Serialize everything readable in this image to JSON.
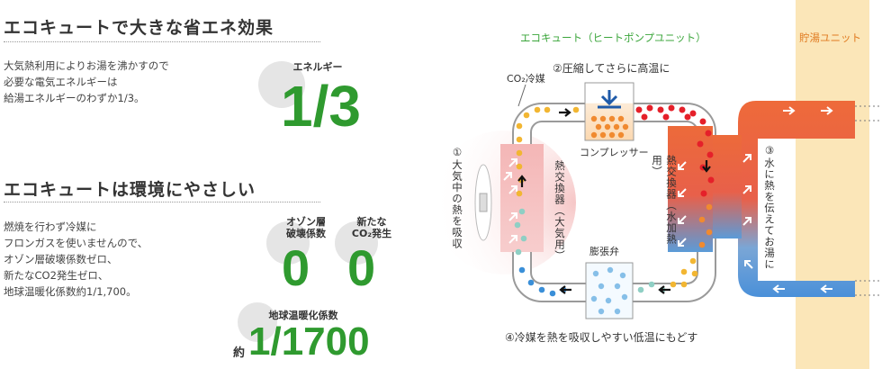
{
  "left": {
    "section1": {
      "title": "エコキュートで大きな省エネ効果",
      "body": "大気熱利用によりお湯を沸かすので\n必要な電気エネルギーは\n給湯エネルギーのわずか1/3。",
      "stat_label": "エネルギー",
      "stat_value": "1/3"
    },
    "section2": {
      "title": "エコキュートは環境にやさしい",
      "body": "燃焼を行わず冷媒に\nフロンガスを使いませんので、\nオゾン層破壊係数ゼロ、\n新たなCO2発生ゼロ、\n地球温暖化係数約1/1,700。",
      "ozone_label": "オゾン層\n破壊係数",
      "ozone_value": "0",
      "co2_label": "新たな\nCO₂発生",
      "co2_value": "0",
      "gwp_label": "地球温暖化係数",
      "gwp_prefix": "約",
      "gwp_value": "1/1700"
    }
  },
  "diagram": {
    "heatpump_title": "エコキュート（ヒートポンプユニット）",
    "tank_title": "貯湯ユニット",
    "co2_refrigerant": "CO₂冷媒",
    "step2": "②圧縮してさらに高温に",
    "compressor": "コンプレッサー",
    "step1": "①大気中の熱を吸収",
    "hx_air": "熱交換器（大気用）",
    "hx_water": "熱交換器（水加熱用）",
    "expansion_valve": "膨張弁",
    "step3": "③水に熱を伝えてお湯に",
    "step4": "④冷媒を熱を吸収しやすい低温にもどす"
  },
  "colors": {
    "accent_green": "#2f9a2f",
    "hot_red": "#e5202a",
    "warm_orange": "#f0a030",
    "cool_blue": "#3a8fd8",
    "tank_bg": "#fbe6b8"
  }
}
